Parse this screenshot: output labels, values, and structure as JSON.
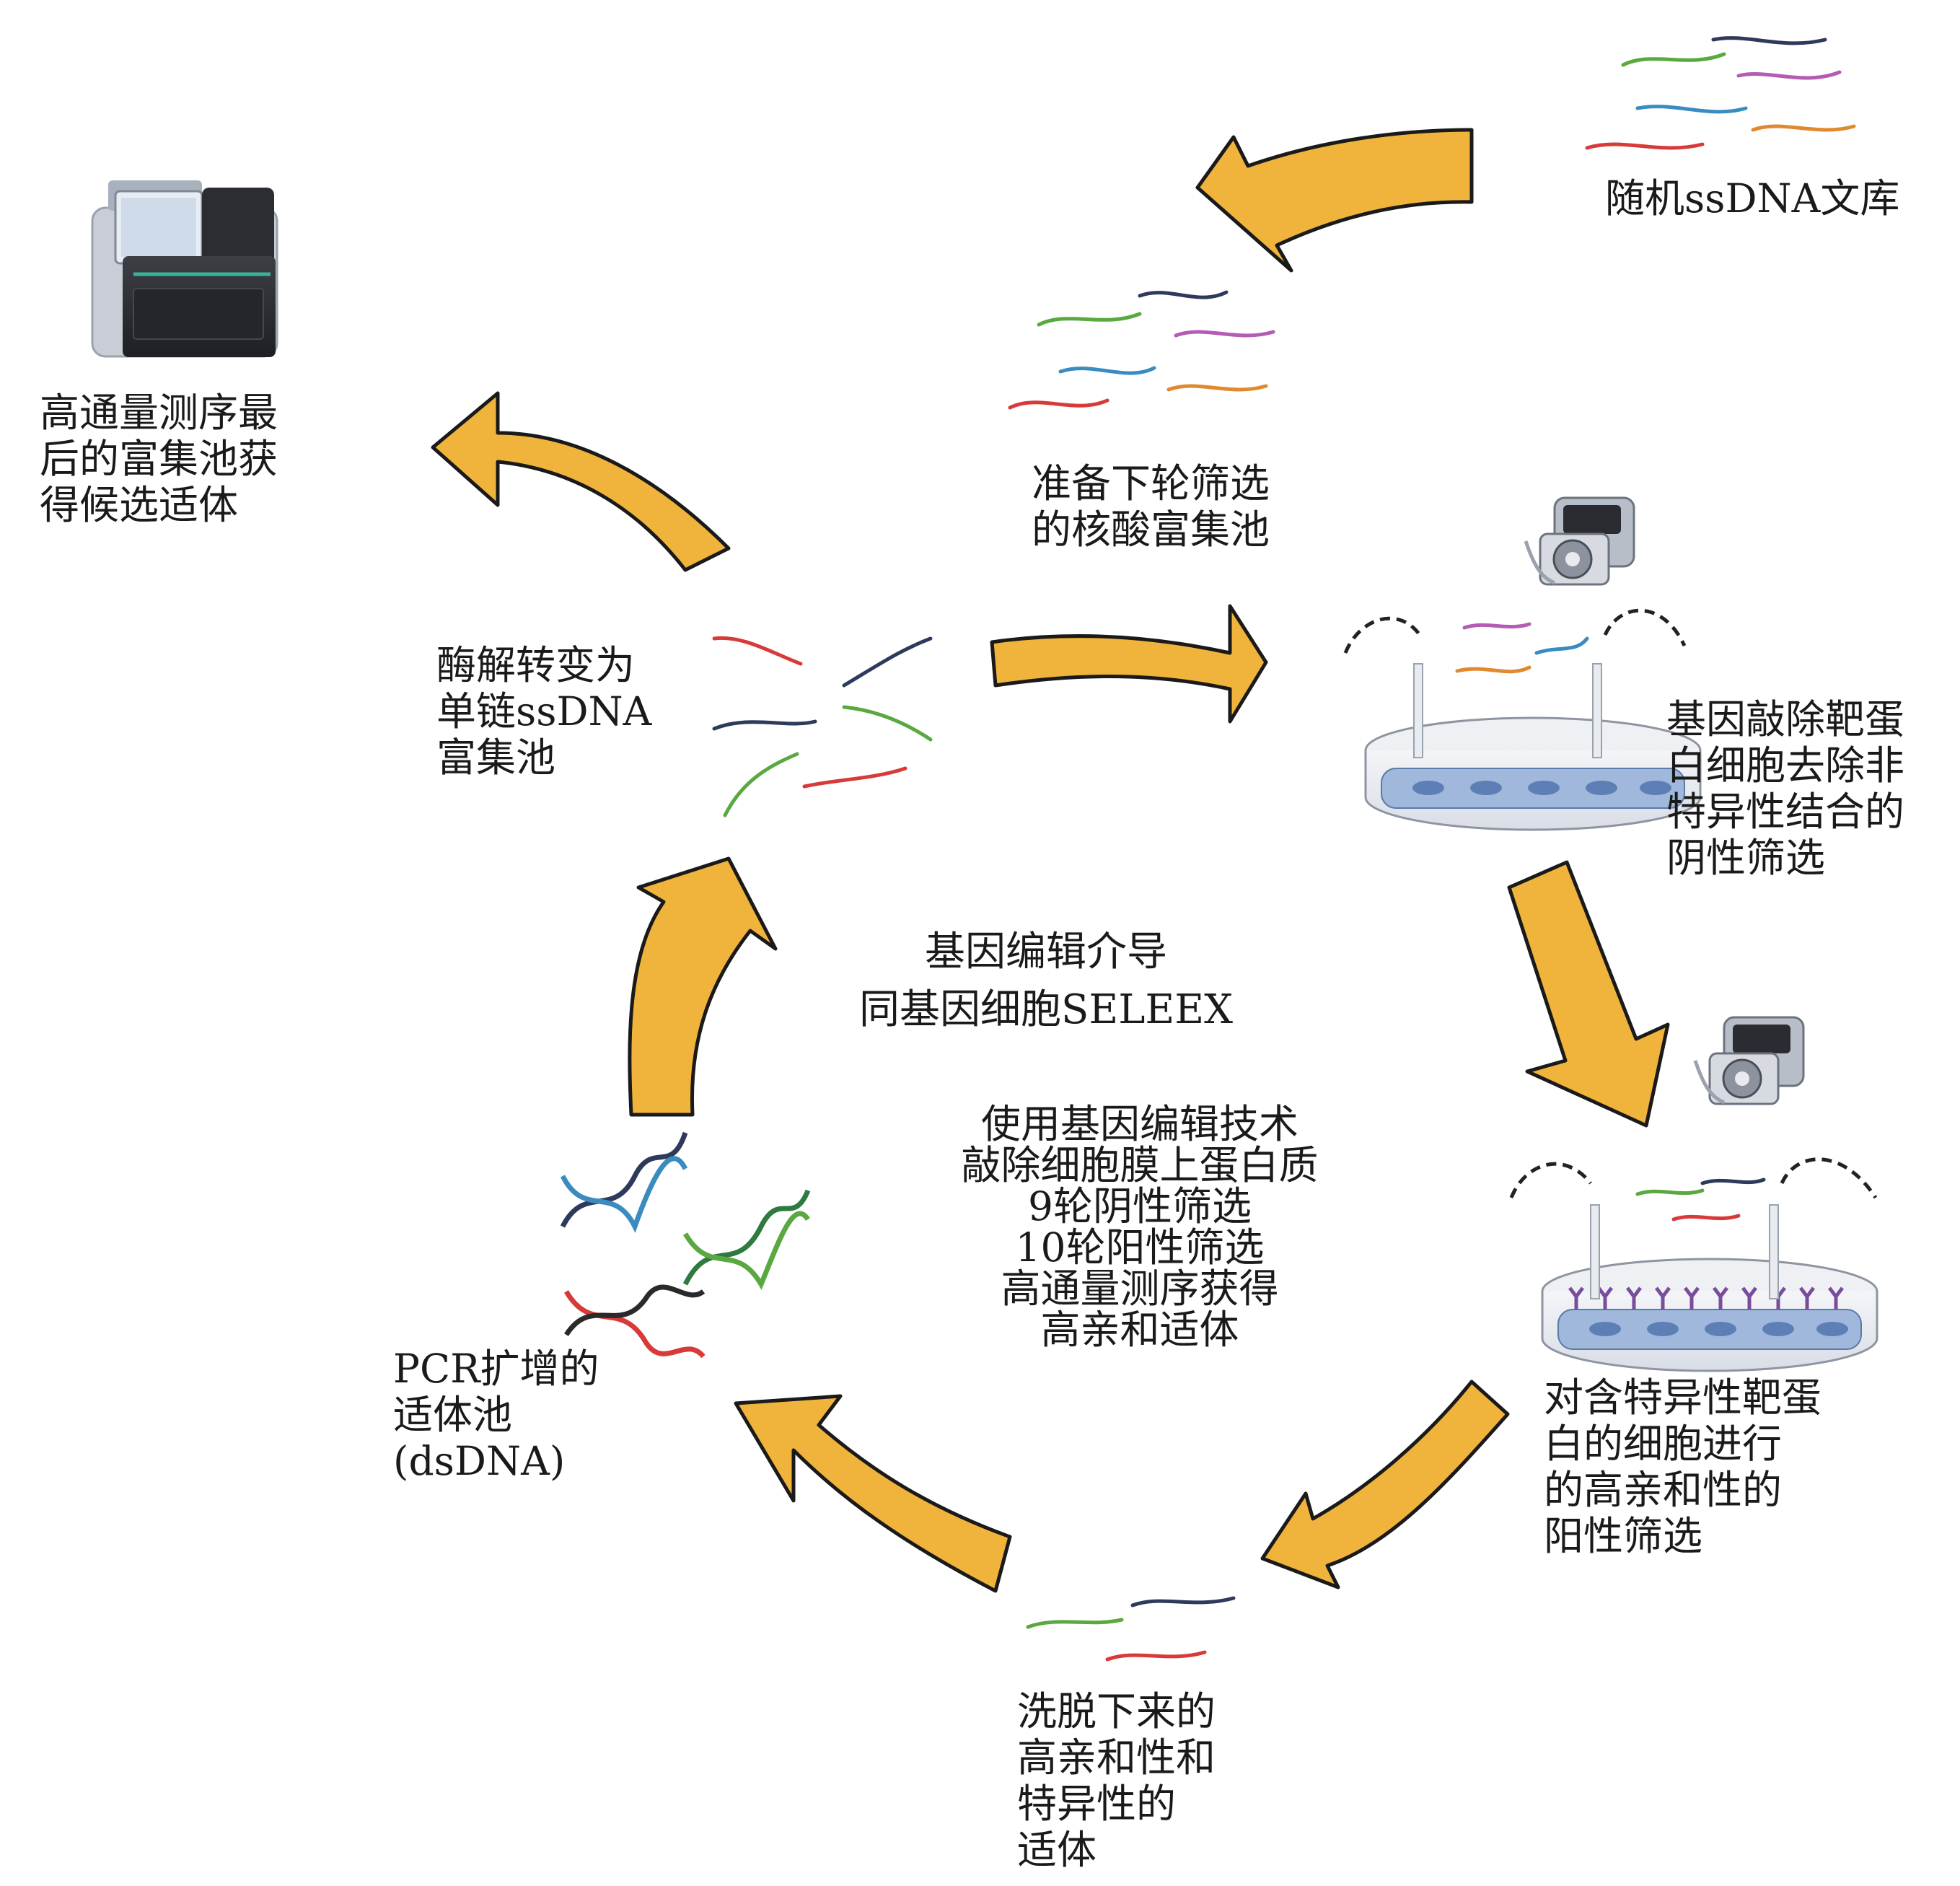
{
  "title_lines": [
    "基因编辑介导",
    "同基因细胞SELEEX"
  ],
  "center_lines": [
    "使用基因编辑技术",
    "敲除细胞膜上蛋白质",
    "9轮阴性筛选",
    "10轮阳性筛选",
    "高通量测序获得",
    "高亲和适体"
  ],
  "labels": {
    "library": [
      "随机ssDNA文库"
    ],
    "sequencing": [
      "高通量测序最",
      "后的富集池获",
      "得候选适体"
    ],
    "prepare_pool": [
      "准备下轮筛选",
      "的核酸富集池"
    ],
    "negative_selection": [
      "基因敲除靶蛋",
      "白细胞去除非",
      "特异性结合的",
      "阴性筛选"
    ],
    "digestion": [
      "酶解转变为",
      "单链ssDNA",
      "富集池"
    ],
    "positive_selection": [
      "对含特异性靶蛋",
      "白的细胞进行",
      "的高亲和性的",
      "阳性筛选"
    ],
    "pcr": [
      "PCR扩增的",
      "适体池",
      "(dsDNA)"
    ],
    "elution": [
      "洗脱下来的",
      "高亲和性和",
      "特异性的",
      "适体"
    ]
  },
  "icons": {
    "sequencer": "sequencer-icon",
    "peristaltic_pump": "peristaltic-pump-icon",
    "culture_dish": "culture-dish-icon",
    "dsdna_helix": "dna-helix-icon",
    "ssdna_strand": "ssdna-strand-icon",
    "flow_arrow": "flow-arrow-icon"
  },
  "colors": {
    "arrow_fill": "#F0B43C",
    "arrow_stroke": "#1a1a1a",
    "strand_red": "#D83A3A",
    "strand_green": "#5AA840",
    "strand_navy": "#2E3A5C",
    "strand_purple": "#B45CB4",
    "strand_blue": "#3A8CC0",
    "strand_orange": "#E08A30",
    "cell_blue": "#9FB8DC",
    "receptor_purple": "#7A4C9C"
  }
}
